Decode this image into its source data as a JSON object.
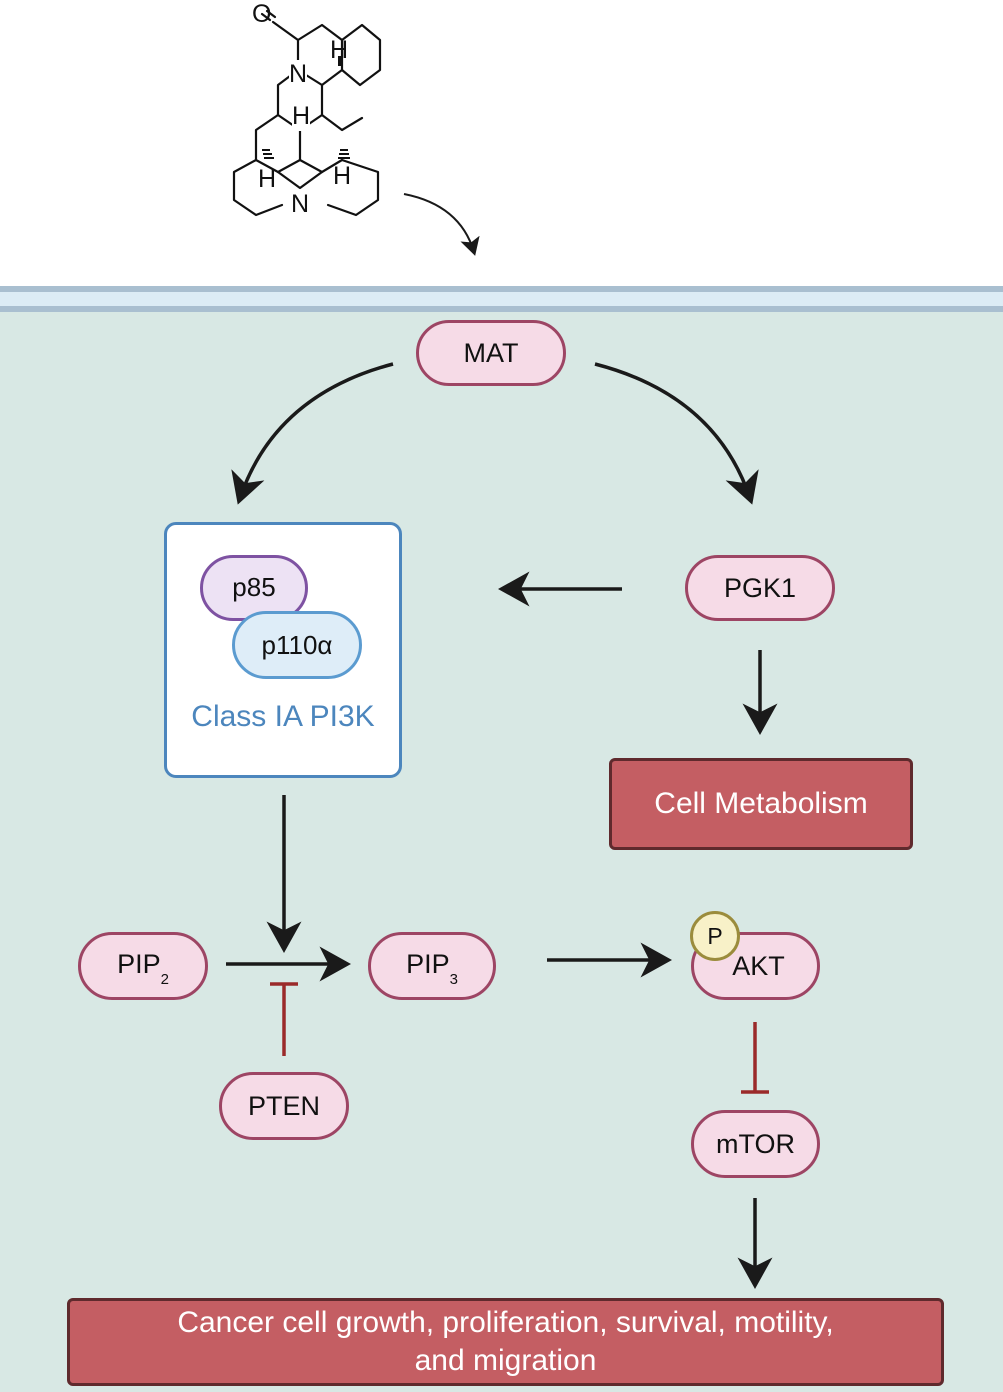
{
  "molecule": {
    "atoms": {
      "o": "O",
      "n1": "N",
      "n2": "N",
      "h1": "H",
      "h2": "H",
      "h3": "H",
      "h4": "H"
    }
  },
  "nodes": {
    "mat": "MAT",
    "pgk1": "PGK1",
    "p85": "p85",
    "p110a": "p110α",
    "pi3k_label": "Class IA PI3K",
    "cell_metabolism": "Cell Metabolism",
    "pip2": "PIP",
    "pip2_sub": "2",
    "pip3": "PIP",
    "pip3_sub": "3",
    "phospho": "P",
    "akt": "AKT",
    "pten": "PTEN",
    "mtor": "mTOR",
    "outcome_line1": "Cancer cell growth, proliferation, survival, motility,",
    "outcome_line2": "and migration"
  },
  "colors": {
    "cell_bg": "#d8e8e4",
    "node_fill": "#f6dbe7",
    "node_border": "#9d4564",
    "outcome_fill": "#c45e63",
    "pi3k_border": "#4c86bd",
    "inhibit": "#9b2a2a",
    "arrow": "#1a1a1a"
  }
}
